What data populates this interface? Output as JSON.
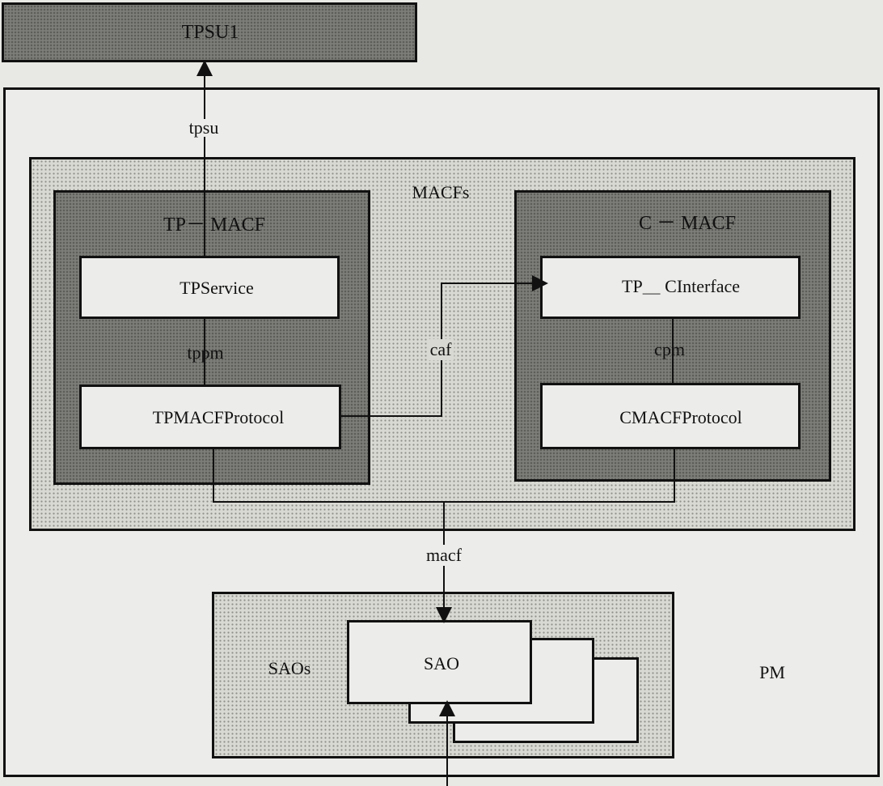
{
  "boxes": {
    "tpsu1": "TPSU1",
    "macfs": "MACFs",
    "tp_macf": "TP－ MACF",
    "c_macf": "C － MACF",
    "tpservice": "TPService",
    "tp_cinterface": "TP＿ CInterface",
    "tpmacfprotocol": "TPMACFProtocol",
    "cmacfprotocol": "CMACFProtocol",
    "saos": "SAOs",
    "sao": "SAO",
    "pm": "PM"
  },
  "interfaces": {
    "tpsu": "tpsu",
    "tppm": "tppm",
    "caf": "caf",
    "cpm": "cpm",
    "macf": "macf"
  },
  "colors": {
    "outline": "#111111",
    "dark_fill": "#7d7d79",
    "stipple_fill": "#d9d9d3",
    "plain_fill": "#ececea"
  }
}
